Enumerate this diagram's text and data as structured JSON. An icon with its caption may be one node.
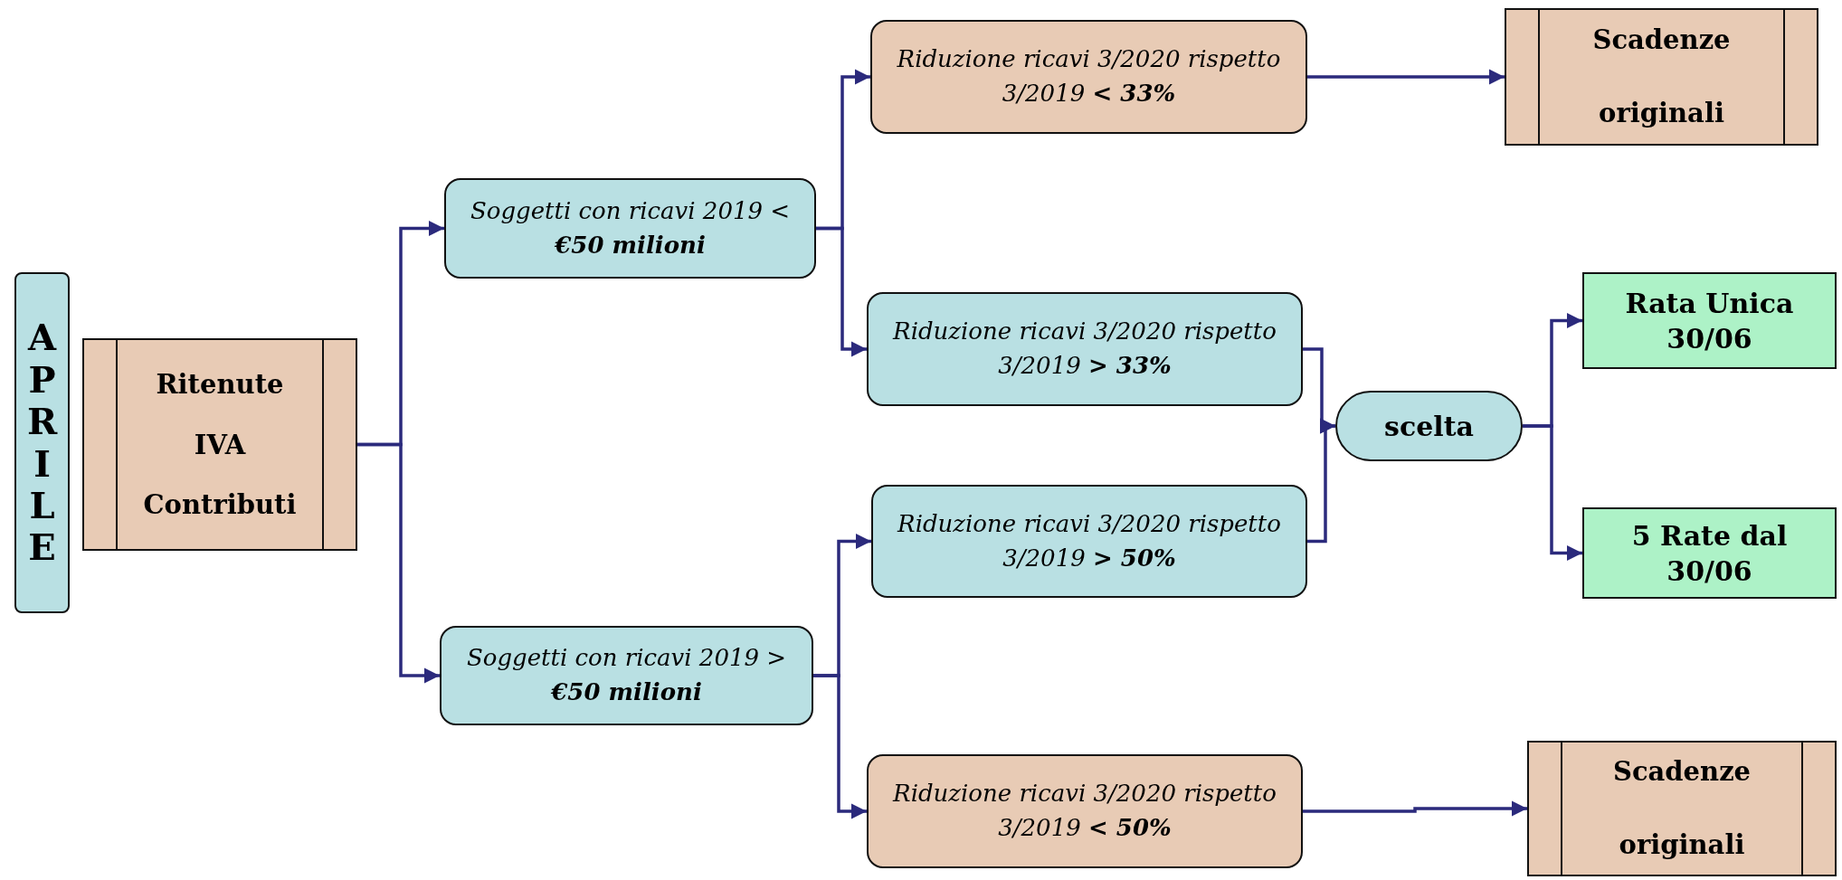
{
  "diagram": {
    "nodes": [
      {
        "text": [
          "APRILE"
        ]
      },
      {
        "text": [
          "Ritenute",
          "IVA",
          "Contributi"
        ]
      },
      {
        "text": [
          "Soggetti con ricavi 2019 < **€50 milioni**"
        ]
      },
      {
        "text": [
          "Soggetti con ricavi 2019 > **€50 milioni**"
        ]
      },
      {
        "text": [
          "Riduzione ricavi 3/2020 rispetto 3/2019 **< 33%**"
        ]
      },
      {
        "text": [
          "Riduzione ricavi 3/2020 rispetto 3/2019 **> 33%**"
        ]
      },
      {
        "text": [
          "Riduzione ricavi 3/2020 rispetto 3/2019 **> 50%**"
        ]
      },
      {
        "text": [
          "Riduzione ricavi 3/2020 rispetto 3/2019 **< 50%**"
        ]
      },
      {
        "text": [
          "Scadenze originali"
        ]
      },
      {
        "text": [
          "scelta"
        ]
      },
      {
        "text": [
          "Rata Unica 30/06"
        ]
      },
      {
        "text": [
          "5 Rate dal 30/06"
        ]
      },
      {
        "text": [
          "Scadenze originali"
        ]
      }
    ],
    "edges": [
      {
        "from": 1,
        "to": 2,
        "arrow": "to"
      },
      {
        "from": 1,
        "to": 3,
        "arrow": "to"
      },
      {
        "from": 2,
        "to": 4,
        "arrow": "to"
      },
      {
        "from": 2,
        "to": 5,
        "arrow": "to"
      },
      {
        "from": 3,
        "to": 6,
        "arrow": "to"
      },
      {
        "from": 3,
        "to": 7,
        "arrow": "to"
      },
      {
        "from": 4,
        "to": 8,
        "arrow": "to"
      },
      {
        "from": 7,
        "to": 12,
        "arrow": "to"
      },
      {
        "from": 5,
        "to": 9,
        "arrow": "to"
      },
      {
        "from": 6,
        "to": 9,
        "arrow": "to"
      },
      {
        "from": 9,
        "to": 10,
        "arrow": "to"
      },
      {
        "from": 9,
        "to": 11,
        "arrow": "to"
      }
    ]
  }
}
